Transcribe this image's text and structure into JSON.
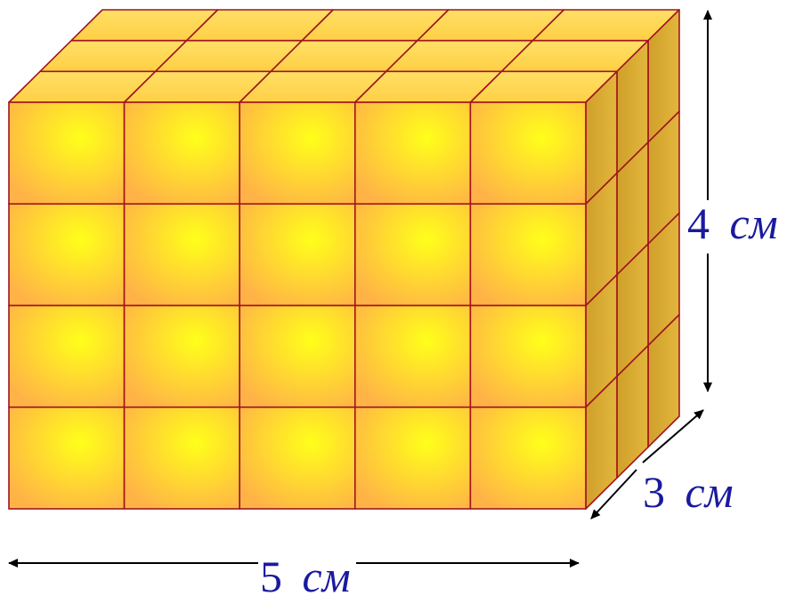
{
  "dimensions": {
    "width": {
      "value": "5",
      "unit": "см"
    },
    "height": {
      "value": "4",
      "unit": "см"
    },
    "depth": {
      "value": "3",
      "unit": "см"
    }
  },
  "grid": {
    "columns": 5,
    "rows": 4,
    "depth_layers": 3
  },
  "colors": {
    "cube_center": "#ffff1a",
    "cube_edge": "#ffb347",
    "top_face": "#ffd84d",
    "side_face": "#d7a82e",
    "grid_line": "#a0141e",
    "label": "#1a1a9e",
    "arrow": "#000000"
  }
}
